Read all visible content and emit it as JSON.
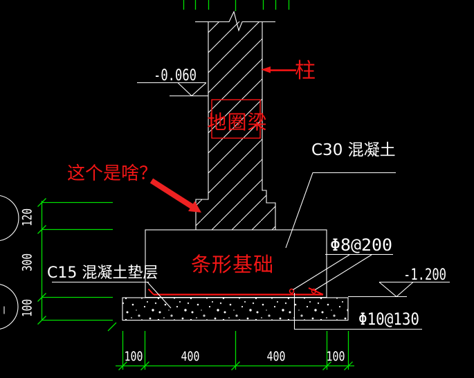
{
  "drawing": {
    "title_context": "strip-foundation-detail",
    "annotations_red": {
      "column": "柱",
      "ring_beam": "地圈梁",
      "question": "这个是啥？",
      "strip_foundation": "条形基础"
    },
    "notes_white": {
      "c30": "C30 混凝土",
      "c15": "C15 混凝土垫层",
      "rebar_top": "Φ8@200",
      "rebar_bottom": "Φ10@130"
    },
    "elevations": {
      "ground": "-0.060",
      "base": "-1.200"
    },
    "dims_left": [
      "120",
      "300",
      "100"
    ],
    "dims_bottom": [
      "100",
      "400",
      "400",
      "100"
    ],
    "colors": {
      "background": "#000000",
      "drawing_line": "#ffffff",
      "dimension_line": "#00e000",
      "annotation_red": "#ff1515"
    }
  }
}
